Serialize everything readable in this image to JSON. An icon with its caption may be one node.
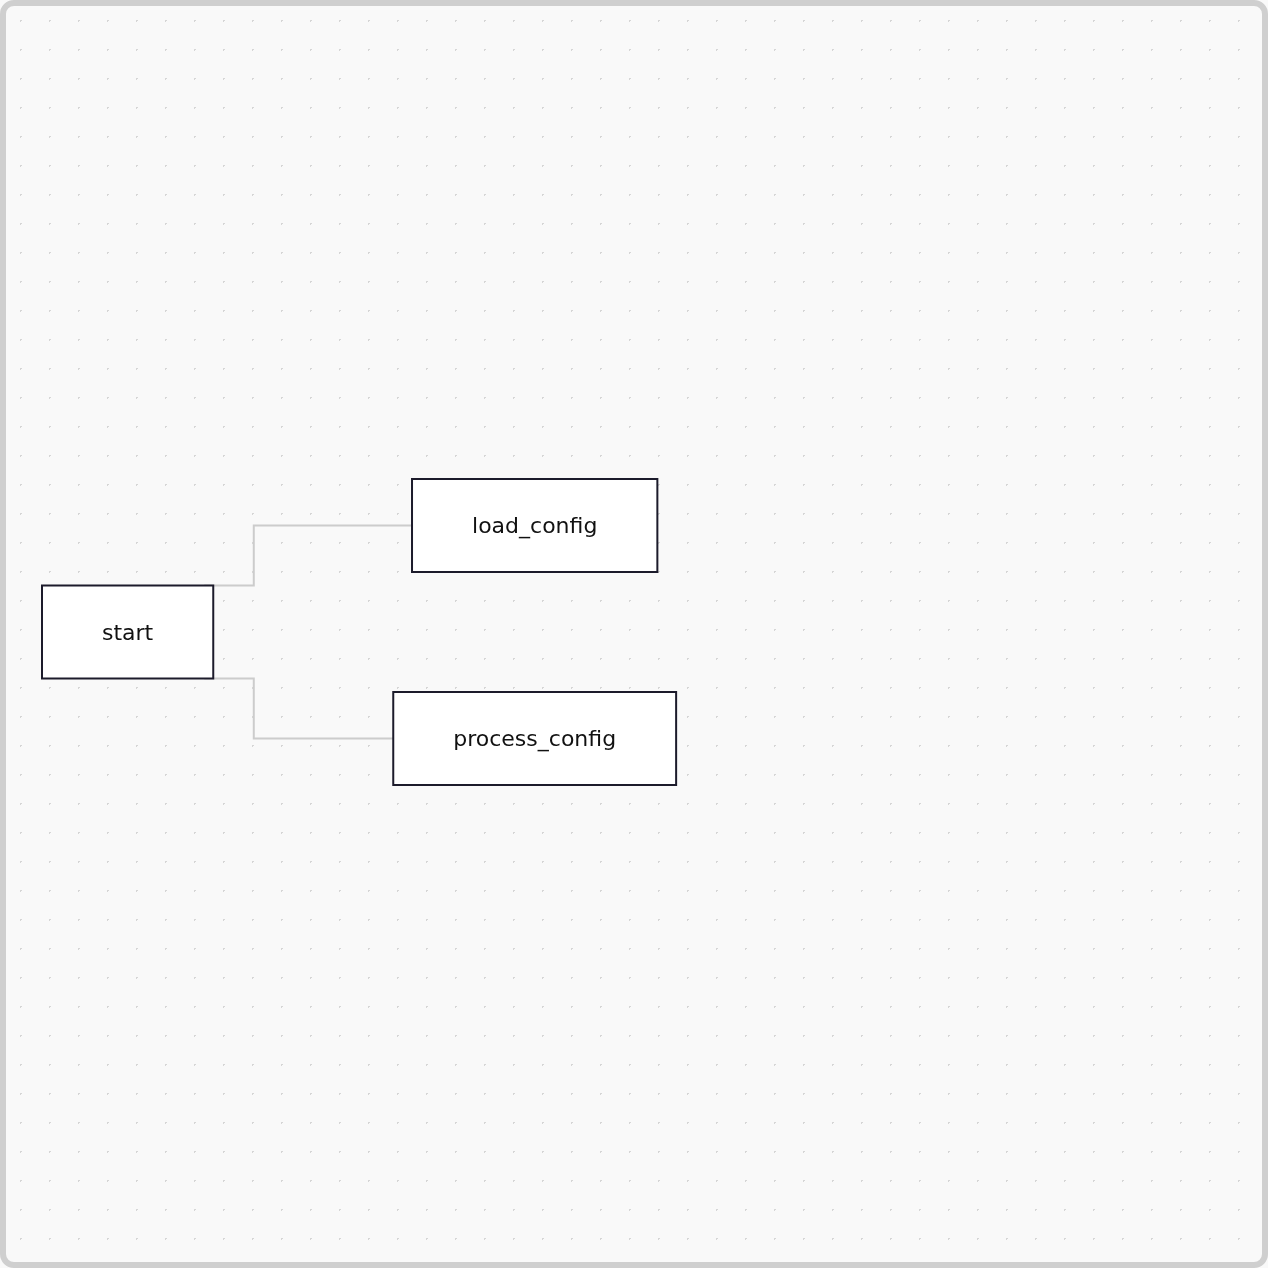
{
  "diagram": {
    "nodes": [
      {
        "text": [
          "start"
        ]
      },
      {
        "text": [
          "load_config"
        ]
      },
      {
        "text": [
          "process_config"
        ]
      }
    ],
    "edges": [
      {
        "from": 0,
        "to": 1,
        "arrow": "none"
      },
      {
        "from": 0,
        "to": 2,
        "arrow": "none"
      }
    ]
  }
}
